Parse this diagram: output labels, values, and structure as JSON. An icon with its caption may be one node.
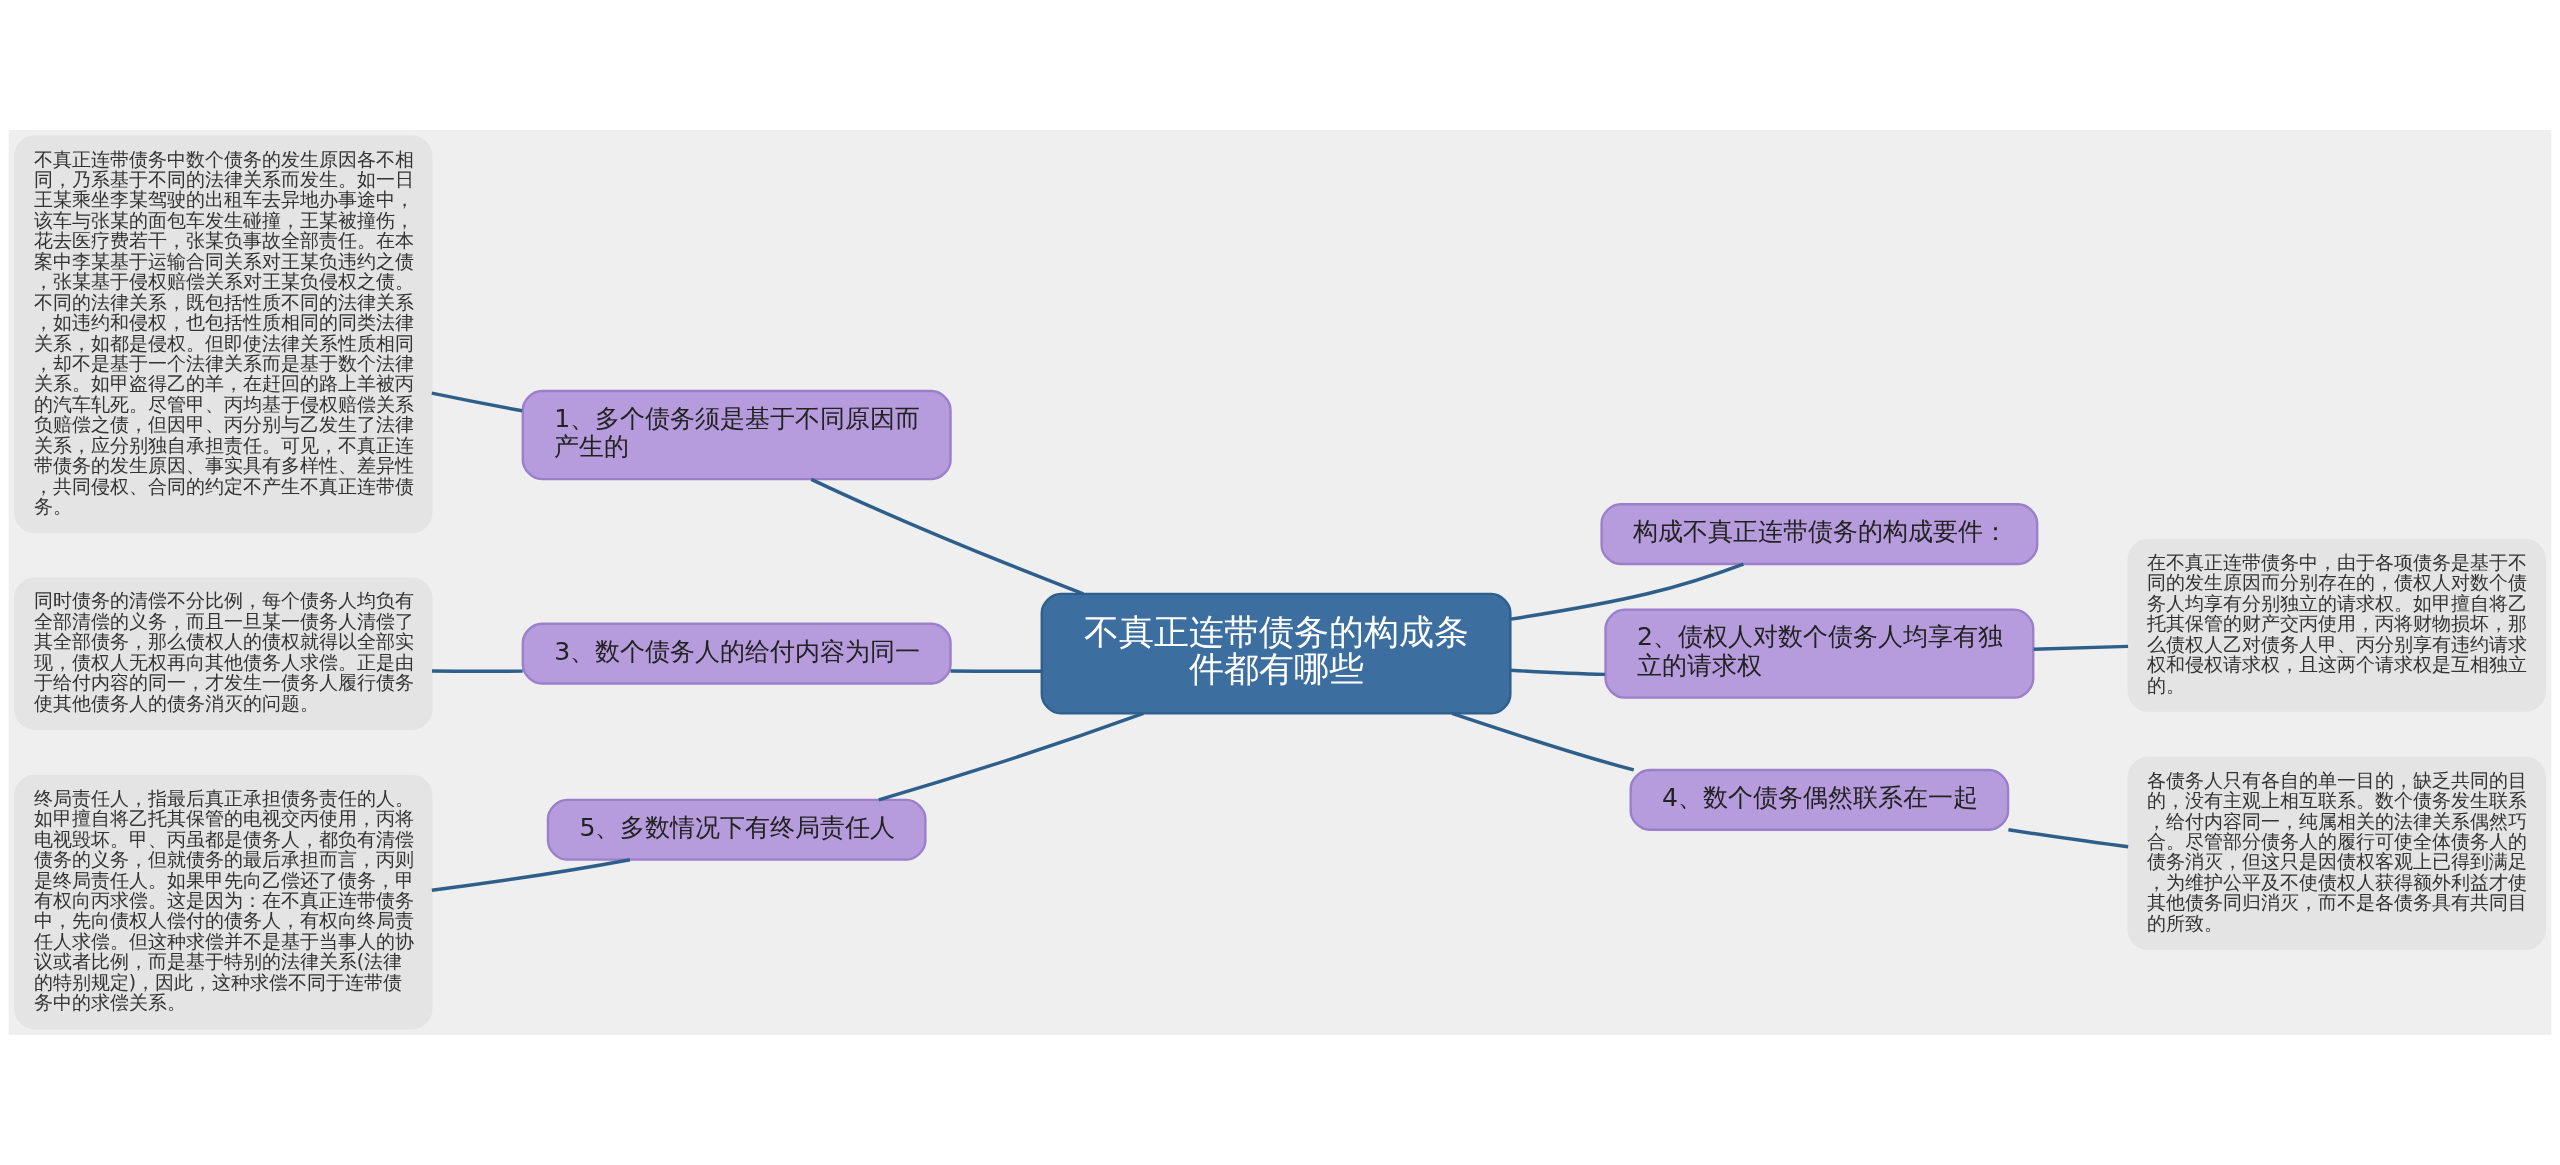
{
  "diagram": {
    "nodes": [
      {
        "text": [
          "不真正连带债务的构成条件都有哪些"
        ]
      },
      {
        "text": [
          "1、多个债务须是基于不同原因而产生的"
        ]
      },
      {
        "text": [
          "不真正连带债务中数个债务的发生原因各不相同，乃系基于不同的法律关系而发生。如一日王某乘坐李某驾驶的出租车去异地办事途中，该车与张某的面包车发生碰撞，王某被撞伤，花去医疗费若干，张某负事故全部责任。在本案中李某基于运输合同关系对王某负违约之债，张某基于侵权赔偿关系对王某负侵权之债。不同的法律关系，既包括性质不同的法律关系，如违约和侵权，也包括性质相同的同类法律关系，如都是侵权。但即使法律关系性质相同，却不是基于一个法律关系而是基于数个法律关系。如甲盗得乙的羊，在赶回的路上羊被丙的汽车轧死。尽管甲、丙均基于侵权赔偿关系负赔偿之债，但因甲、丙分别与乙发生了法律关系，应分别独自承担责任。可见，不真正连带债务的发生原因、事实具有多样性、差异性，共同侵权、合同的约定不产生不真正连带债务。"
        ]
      },
      {
        "text": [
          "构成不真正连带债务的构成要件："
        ]
      },
      {
        "text": [
          "2、债权人对数个债务人均享有独立的请求权"
        ]
      },
      {
        "text": [
          "在不真正连带债务中，由于各项债务是基于不同的发生原因而分别存在的，债权人对数个债务人均享有分别独立的请求权。如甲擅自将乙托其保管的财产交丙使用，丙将财物损坏，那么债权人乙对债务人甲、丙分别享有违约请求权和侵权请求权，且这两个请求权是互相独立的。"
        ]
      },
      {
        "text": [
          "3、数个债务人的给付内容为同一"
        ]
      },
      {
        "text": [
          "同时债务的清偿不分比例，每个债务人均负有全部清偿的义务，而且一旦某一债务人清偿了其全部债务，那么债权人的债权就得以全部实现，债权人无权再向其他债务人求偿。正是由于给付内容的同一，才发生一债务人履行债务使其他债务人的债务消灭的问题。"
        ]
      },
      {
        "text": [
          "4、数个债务偶然联系在一起"
        ]
      },
      {
        "text": [
          "各债务人只有各自的单一目的，缺乏共同的目的，没有主观上相互联系。数个债务发生联系，给付内容同一，纯属相关的法律关系偶然巧合。尽管部分债务人的履行可使全体债务人的债务消灭，但这只是因债权客观上已得到满足，为维护公平及不使债权人获得额外利益才使其他债务同归消灭，而不是各债务具有共同目的所致。"
        ]
      },
      {
        "text": [
          "5、多数情况下有终局责任人"
        ]
      },
      {
        "text": [
          "终局责任人，指最后真正承担债务责任的人。如甲擅自将乙托其保管的电视交丙使用，丙将电视毁坏。甲、丙虽都是债务人，都负有清偿债务的义务，但就债务的最后承担而言，丙则是终局责任人。如果甲先向乙偿还了债务，甲有权向丙求偿。这是因为：在不真正连带债务中，先向债权人偿付的债务人，有权向终局责任人求偿。但这种求偿并不是基于当事人的协议或者比例，而是基于特别的法律关系(法律的特别规定)，因此，这种求偿不同于连带债务中的求偿关系。"
        ]
      }
    ],
    "edges": [
      {
        "from": 0,
        "to": 1,
        "arrow": "none"
      },
      {
        "from": 1,
        "to": 2,
        "arrow": "none"
      },
      {
        "from": 0,
        "to": 3,
        "arrow": "none"
      },
      {
        "from": 0,
        "to": 4,
        "arrow": "none"
      },
      {
        "from": 4,
        "to": 5,
        "arrow": "none"
      },
      {
        "from": 0,
        "to": 6,
        "arrow": "none"
      },
      {
        "from": 6,
        "to": 7,
        "arrow": "none"
      },
      {
        "from": 0,
        "to": 8,
        "arrow": "none"
      },
      {
        "from": 8,
        "to": 9,
        "arrow": "none"
      },
      {
        "from": 0,
        "to": 10,
        "arrow": "none"
      },
      {
        "from": 10,
        "to": 11,
        "arrow": "none"
      }
    ]
  }
}
